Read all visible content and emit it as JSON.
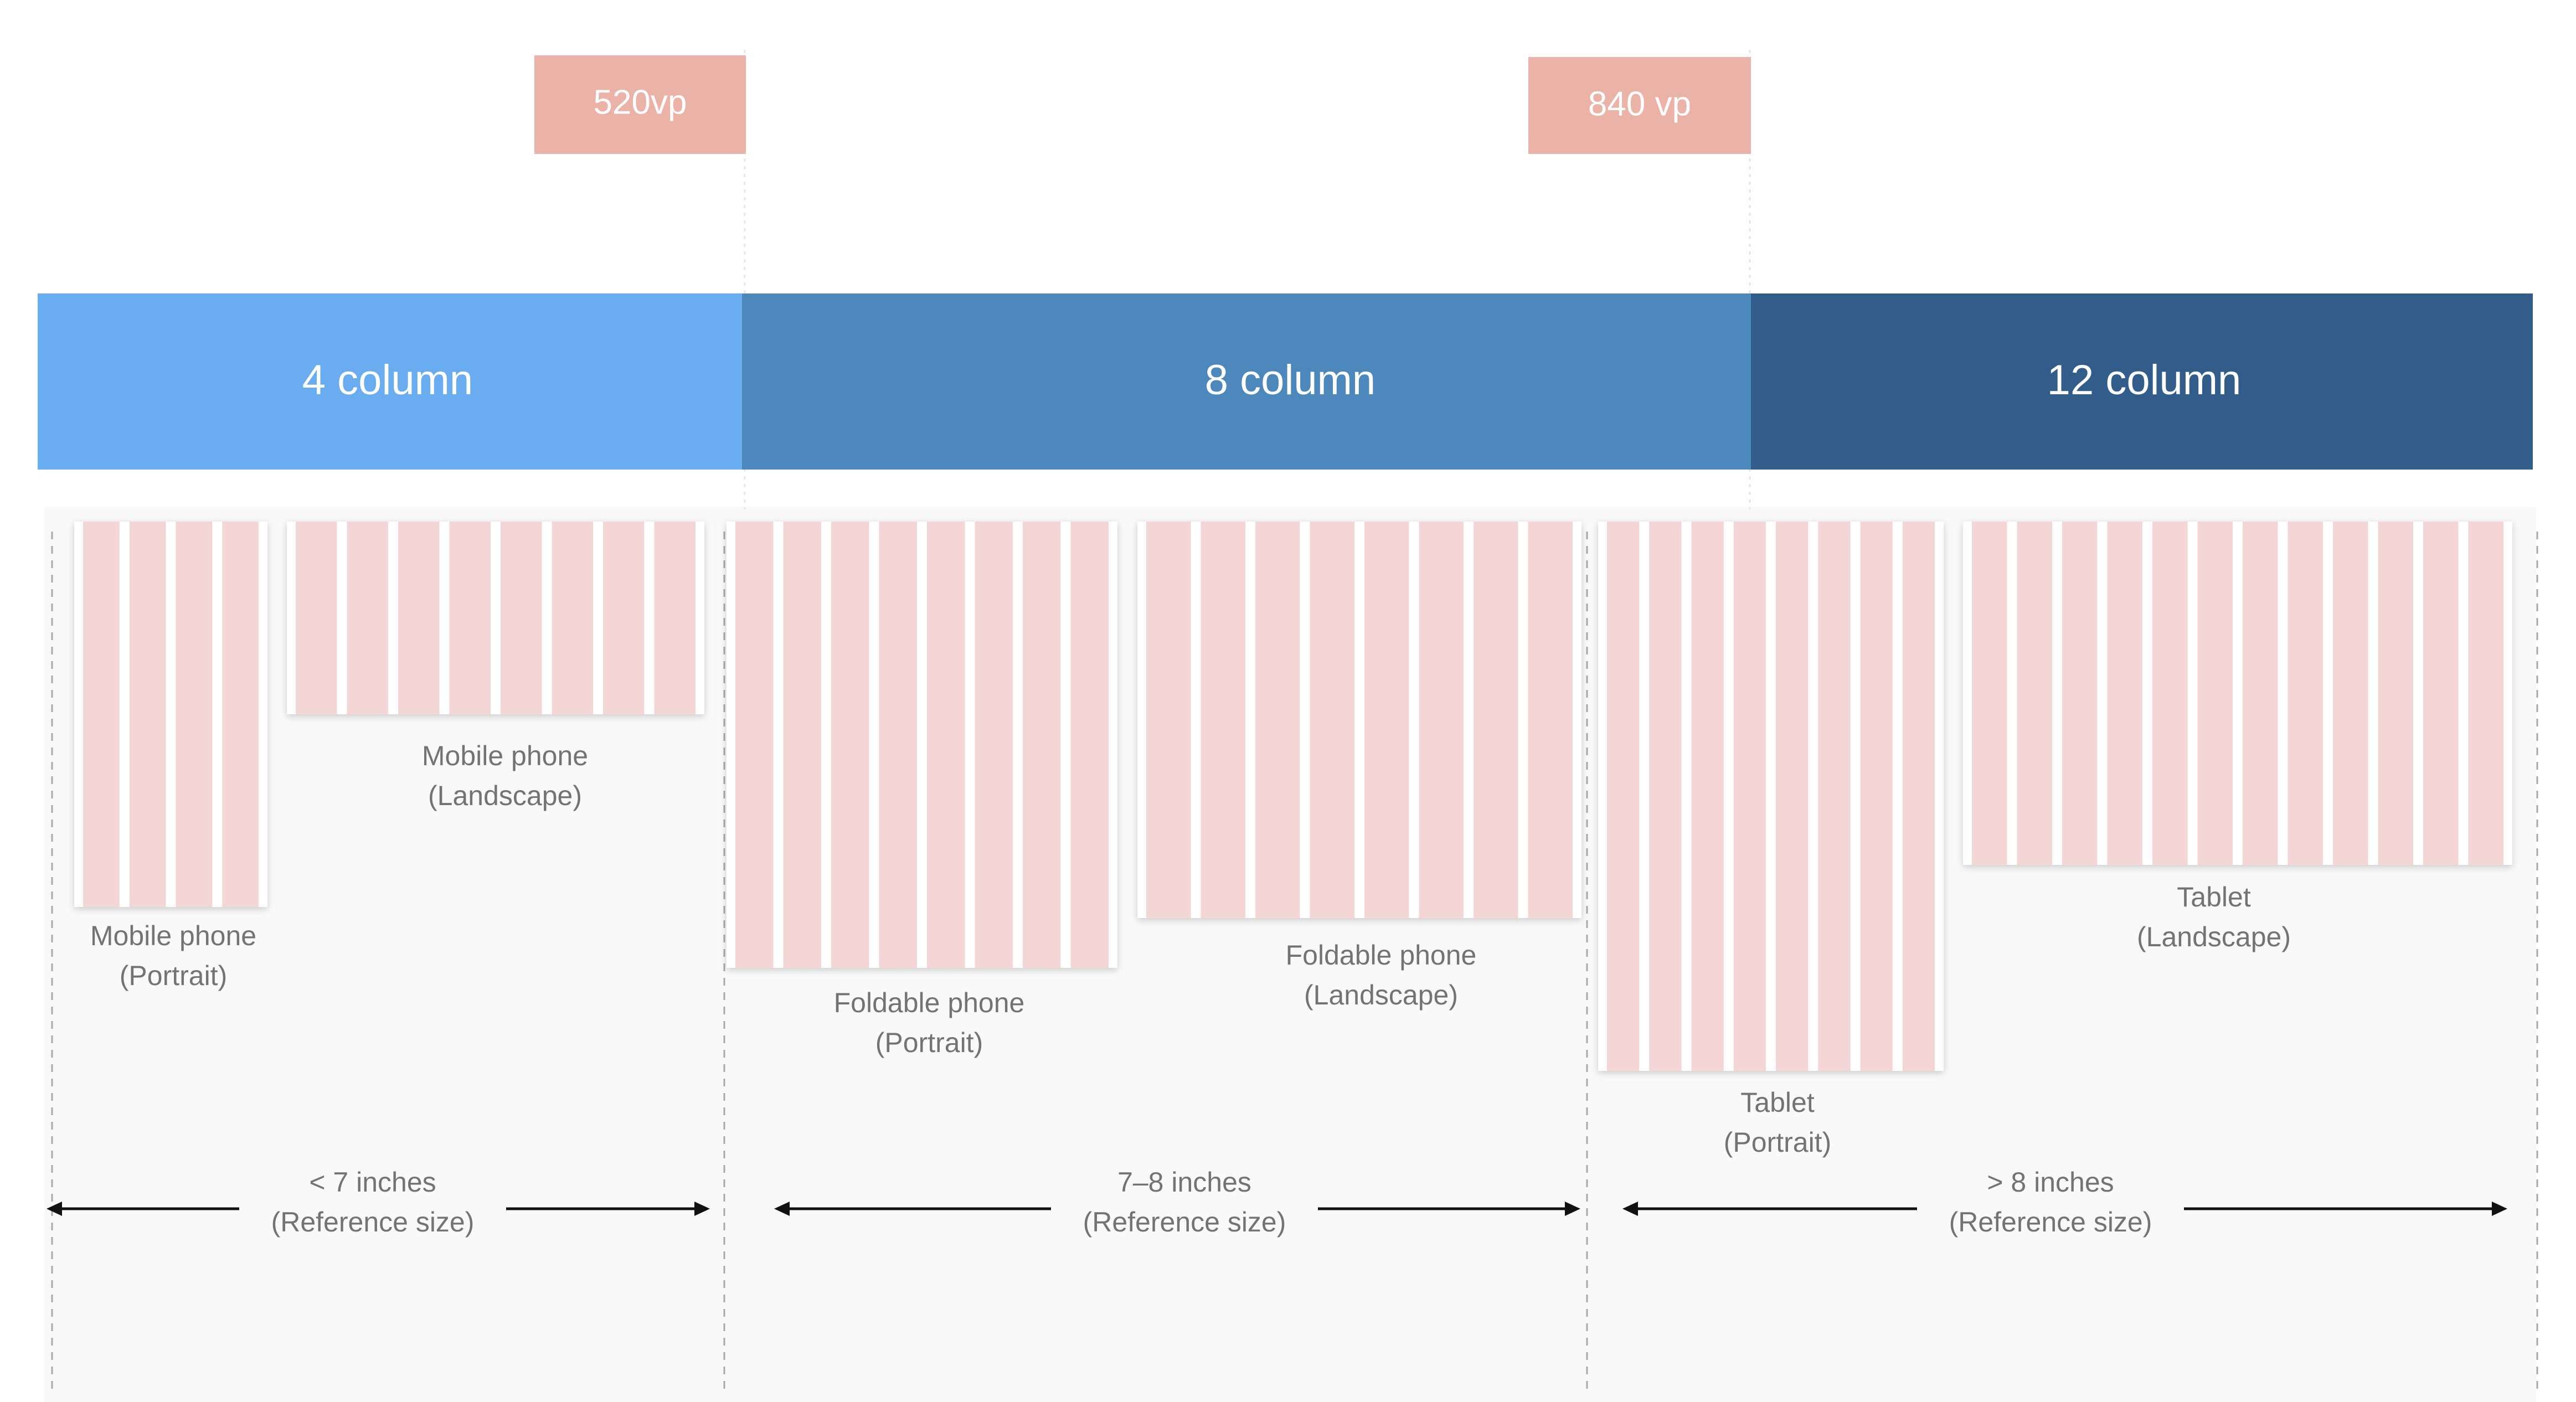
{
  "breakpoints": [
    {
      "label": "520vp"
    },
    {
      "label": "840 vp"
    }
  ],
  "bands": [
    {
      "label": "4 column",
      "color": "#69acf0"
    },
    {
      "label": "8 column",
      "color": "#4d88bd"
    },
    {
      "label": "12 column",
      "color": "#325c89"
    }
  ],
  "devices": [
    {
      "line1": "Mobile phone",
      "line2": "(Portrait)",
      "columns": 4
    },
    {
      "line1": "Mobile phone",
      "line2": "(Landscape)",
      "columns": 8
    },
    {
      "line1": "Foldable phone",
      "line2": "(Portrait)",
      "columns": 8
    },
    {
      "line1": "Foldable phone",
      "line2": "(Landscape)",
      "columns": 8
    },
    {
      "line1": "Tablet",
      "line2": "(Portrait)",
      "columns": 8
    },
    {
      "line1": "Tablet",
      "line2": "(Landscape)",
      "columns": 12
    }
  ],
  "size_ranges": [
    {
      "line1": "< 7 inches",
      "line2": "(Reference size)"
    },
    {
      "line1": "7–8 inches",
      "line2": "(Reference size)"
    },
    {
      "line1": "> 8 inches",
      "line2": "(Reference size)"
    }
  ],
  "colors": {
    "breakpoint_box": "#ebb2a8",
    "grid_column": "#f5d6d6",
    "panel_bg": "#f9f9f9"
  }
}
